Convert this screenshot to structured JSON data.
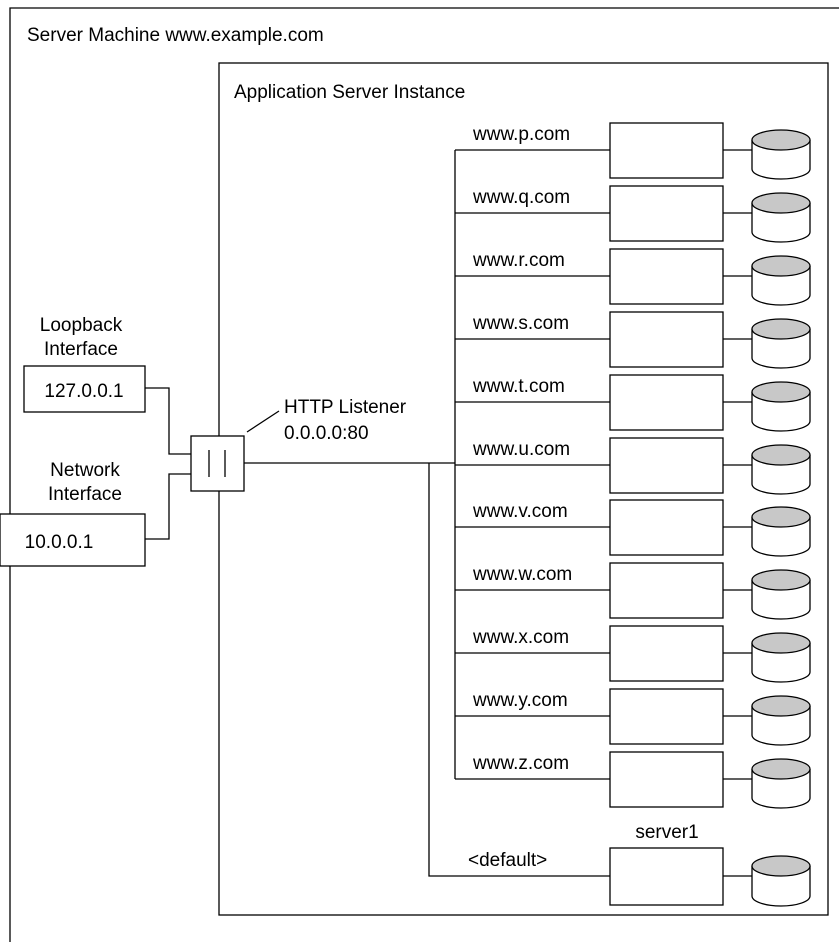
{
  "machine": {
    "title": "Server Machine www.example.com"
  },
  "instance": {
    "title": "Application Server Instance"
  },
  "interfaces": {
    "loopback": {
      "label_line1": "Loopback",
      "label_line2": "Interface",
      "ip": "127.0.0.1"
    },
    "network": {
      "label_line1": "Network",
      "label_line2": "Interface",
      "ip": "10.0.0.1"
    }
  },
  "listener": {
    "label_line1": "HTTP Listener",
    "label_line2": "0.0.0.0:80"
  },
  "virtual_servers": [
    {
      "host": "www.p.com"
    },
    {
      "host": "www.q.com"
    },
    {
      "host": "www.r.com"
    },
    {
      "host": "www.s.com"
    },
    {
      "host": "www.t.com"
    },
    {
      "host": "www.u.com"
    },
    {
      "host": "www.v.com"
    },
    {
      "host": "www.w.com"
    },
    {
      "host": "www.x.com"
    },
    {
      "host": "www.y.com"
    },
    {
      "host": "www.z.com"
    }
  ],
  "default_server": {
    "route_label": "<default>",
    "name": "server1"
  },
  "colors": {
    "db_top": "#c8c8c8",
    "line": "#000000"
  }
}
